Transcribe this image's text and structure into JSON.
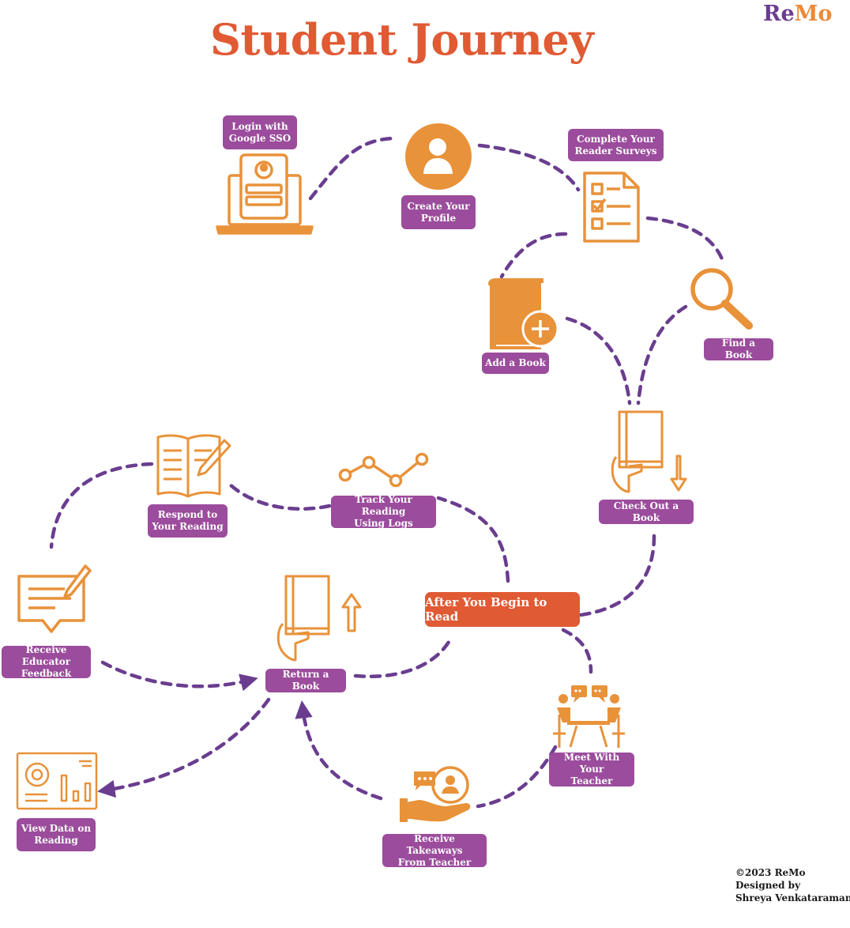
{
  "title": "Student Journey",
  "logo": {
    "part1": "Re",
    "part2": "Mo"
  },
  "colors": {
    "orange": "#e8923a",
    "accent": "#e05a34",
    "purple": "#9b4c9c",
    "path": "#6a3d8f"
  },
  "steps": {
    "login": {
      "line1": "Login with",
      "line2": "Google SSO",
      "icon": "laptop-login-icon"
    },
    "profile": {
      "line1": "Create Your",
      "line2": "Profile",
      "icon": "user-profile-icon"
    },
    "surveys": {
      "line1": "Complete Your",
      "line2": "Reader Surveys",
      "icon": "checklist-icon"
    },
    "add_book": {
      "line1": "Add a Book",
      "icon": "book-add-icon"
    },
    "find_book": {
      "line1": "Find a Book",
      "icon": "magnifier-icon"
    },
    "check_out": {
      "line1": "Check Out a Book",
      "icon": "book-in-hand-down-icon"
    },
    "respond": {
      "line1": "Respond to",
      "line2": "Your Reading",
      "icon": "open-book-pencil-icon"
    },
    "track": {
      "line1": "Track Your Reading",
      "line2": "Using Logs",
      "icon": "line-graph-icon"
    },
    "feedback": {
      "line1": "Receive Educator",
      "line2": "Feedback",
      "icon": "comment-pencil-icon"
    },
    "return_book": {
      "line1": "Return a Book",
      "icon": "book-in-hand-up-icon"
    },
    "meet": {
      "line1": "Meet With Your",
      "line2": "Teacher",
      "icon": "meeting-icon"
    },
    "data": {
      "line1": "View Data on",
      "line2": "Reading",
      "icon": "dashboard-icon"
    },
    "takeaways": {
      "line1": "Receive Takeaways",
      "line2": "From Teacher",
      "icon": "hand-user-icon"
    }
  },
  "center": "After You Begin to Read",
  "credits": {
    "line1": "©2023 ReMo",
    "line2": "Designed by",
    "line3": "Shreya Venkataraman"
  }
}
